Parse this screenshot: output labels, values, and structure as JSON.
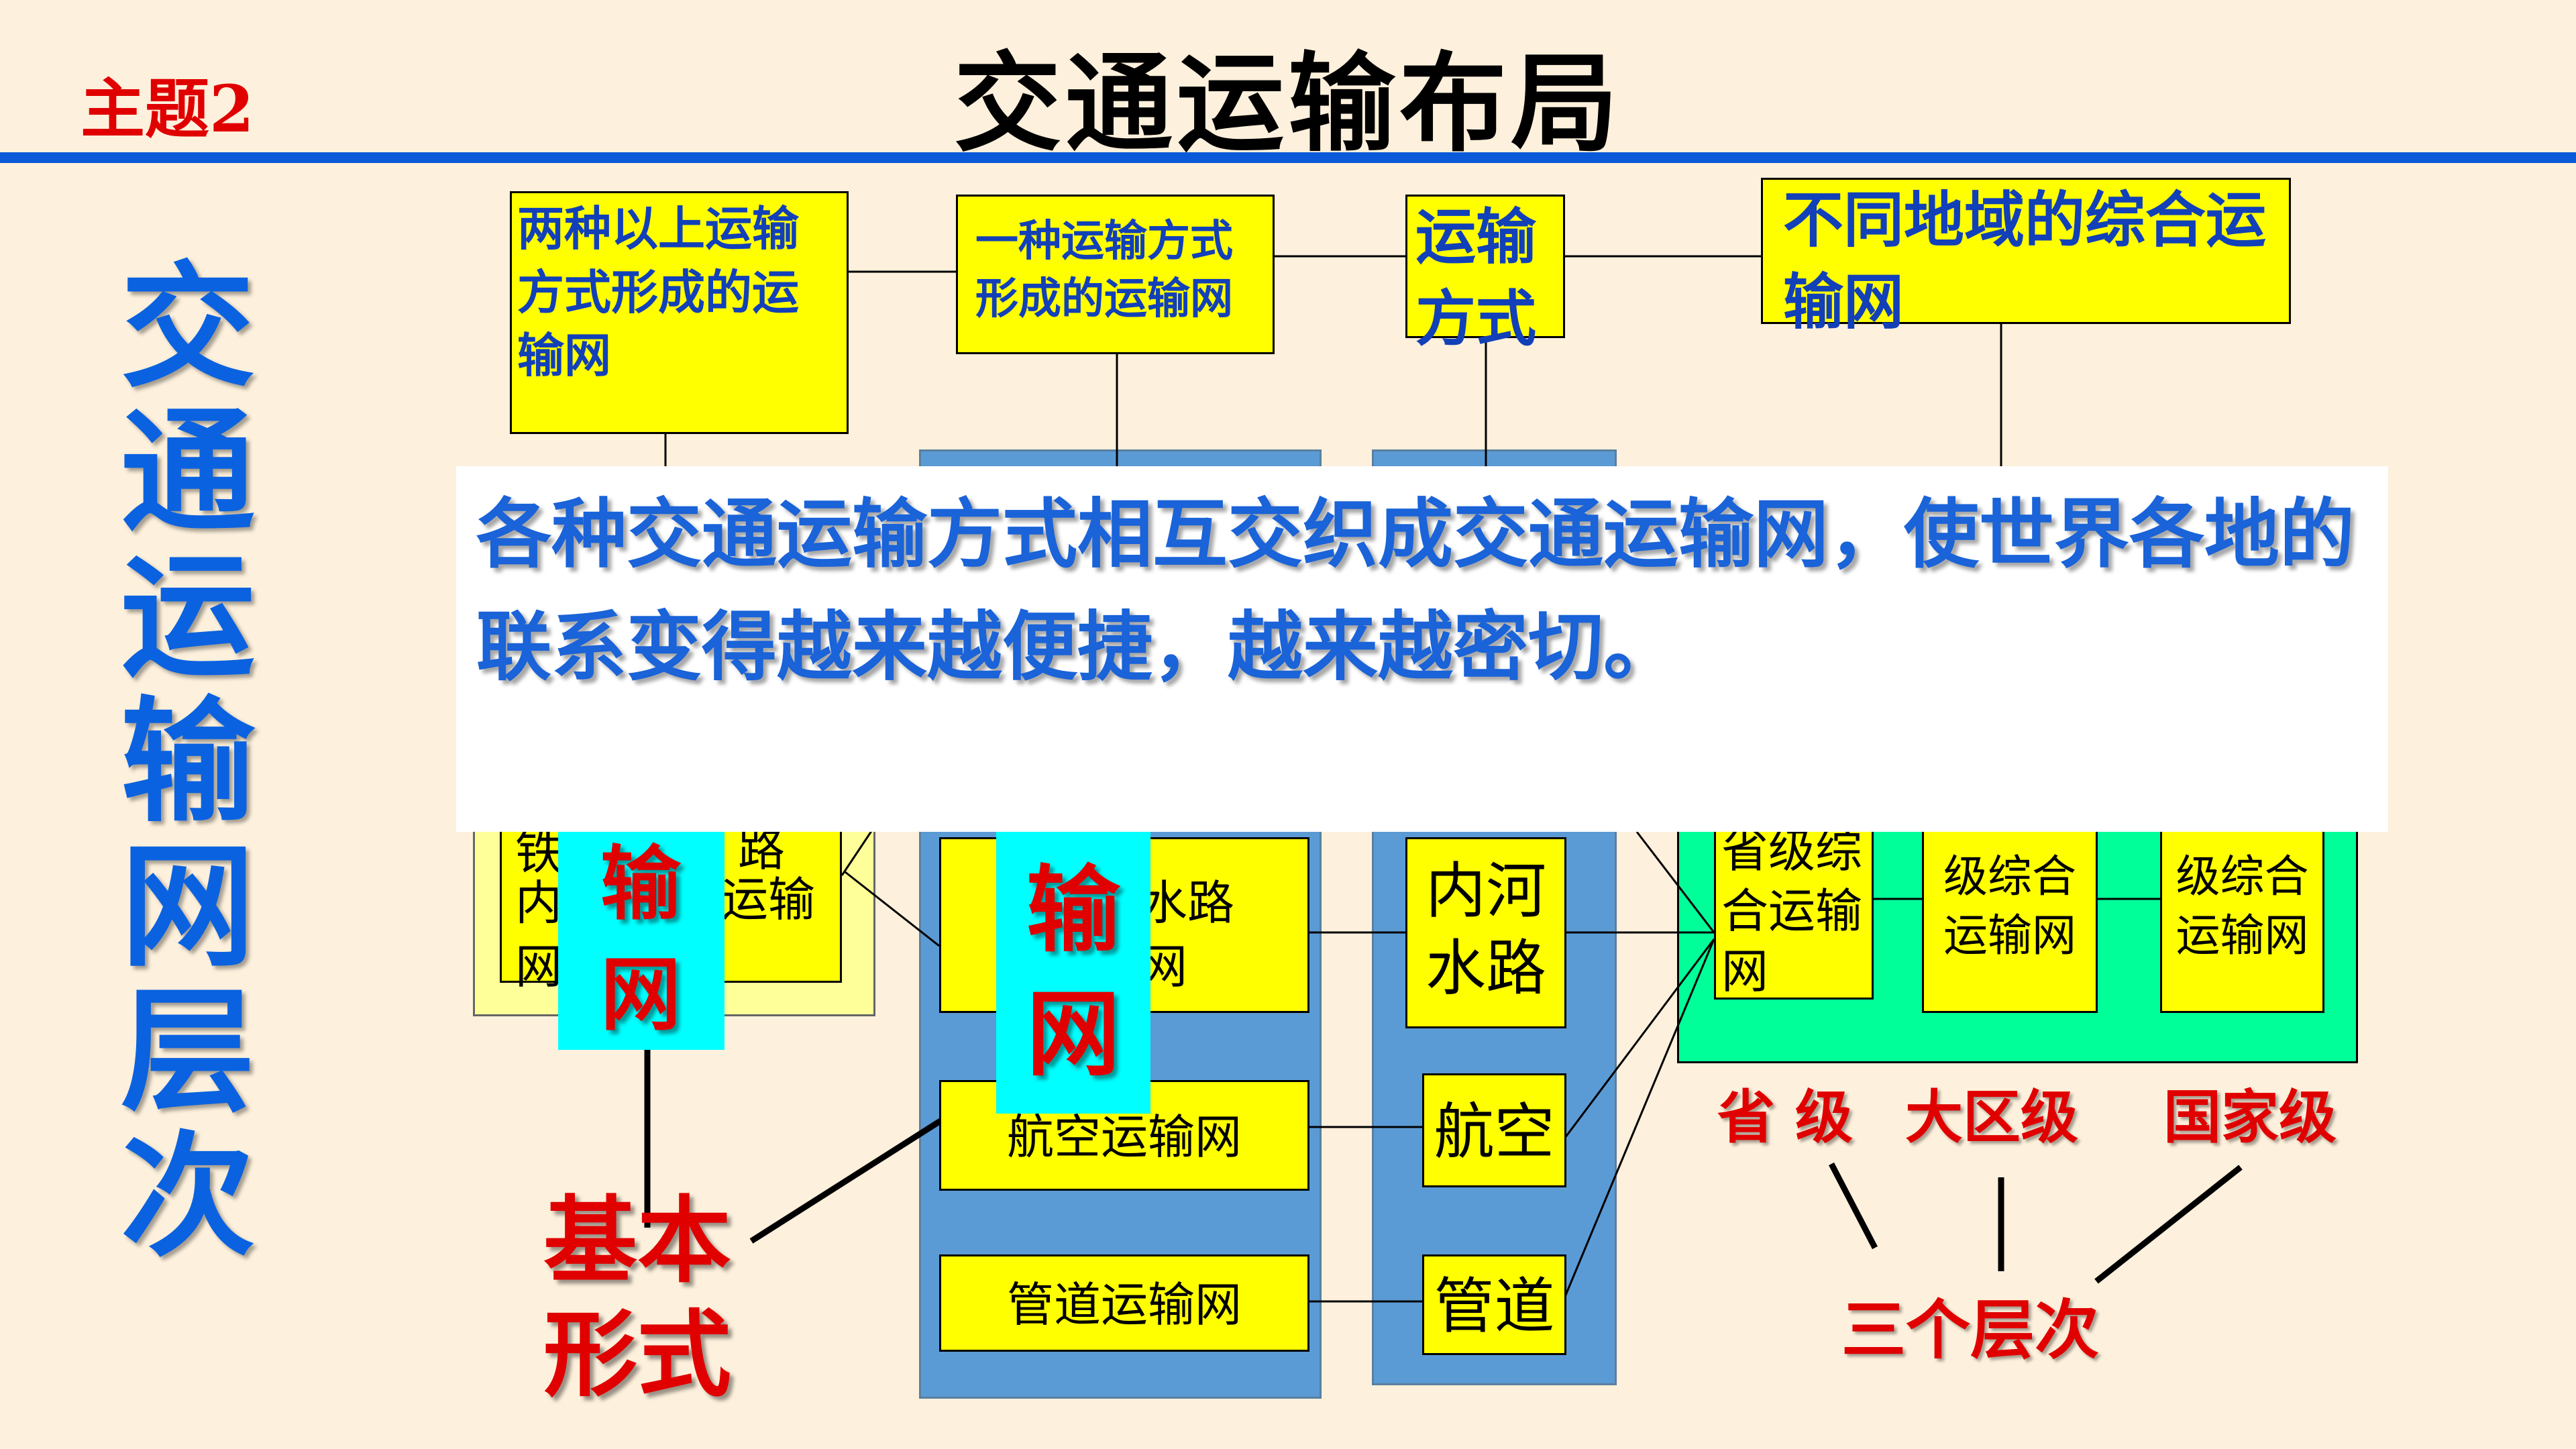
{
  "header": {
    "topic": "主题2",
    "title": "交通运输布局"
  },
  "side_title": "交通运输网层次",
  "top_boxes": {
    "multi_mode": "两种以上运输方式形成的运输网",
    "single_mode": "一种运输方式形成的运输网",
    "mode": "运输方式",
    "regional": "不同地域的综合运输网"
  },
  "overlay_text": "各种交通运输方式相互交织成交通运输网，使世界各地的联系变得越来越便捷，越来越密切。",
  "left_group": {
    "partial_1": "铁",
    "partial_2": "内",
    "partial_3": "网",
    "partial_4": "路",
    "partial_5": "运输",
    "cyan_text": "输网"
  },
  "networks": {
    "cyan_text": "输网",
    "waterway_partial": "水路",
    "waterway_partial2": "网",
    "air": "航空运输网",
    "pipeline": "管道运输网"
  },
  "modes": {
    "river": "内河水路",
    "air": "航空",
    "pipeline": "管道"
  },
  "regional_boxes": {
    "provincial": "省级综合运输网",
    "regional": "级综合运输网",
    "national": "级综合运输网"
  },
  "level_labels": {
    "province": "省 级",
    "region": "大区级",
    "nation": "国家级",
    "three_levels": "三个层次"
  },
  "basic_form": "基本形式"
}
